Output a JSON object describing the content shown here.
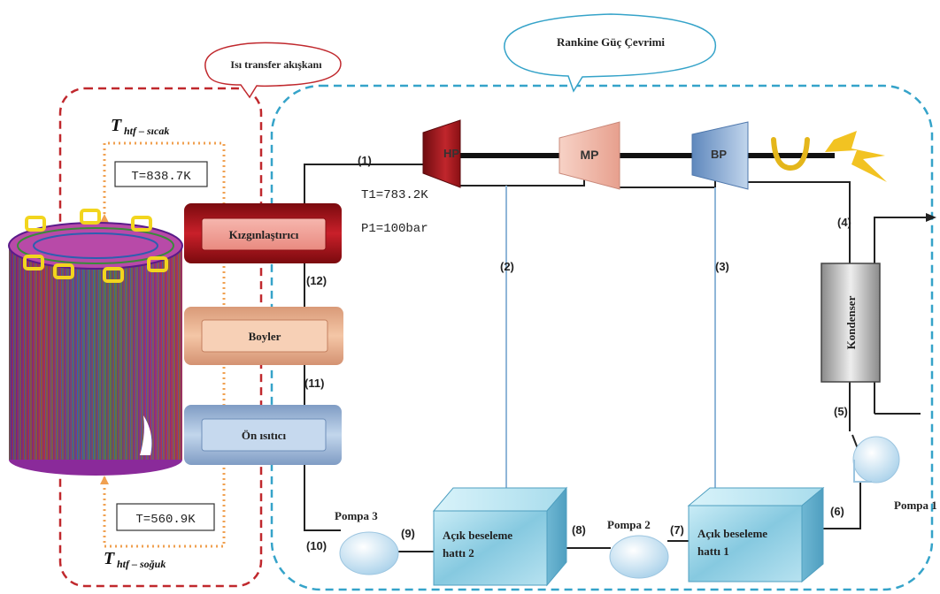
{
  "bubbles": {
    "htf": "Isı transfer akışkanı",
    "rankine": "Rankine Güç Çevrimi"
  },
  "temps": {
    "hot_label": "T",
    "hot_sub": "htf – sıcak",
    "hot_value": "T=838.7K",
    "cold_label": "T",
    "cold_sub": "htf – soğuk",
    "cold_value": "T=560.9K"
  },
  "components": {
    "superheater": "Kızgınlaştırıcı",
    "boiler": "Boyler",
    "preheater": "Ön ısıtıcı",
    "hp": "HP",
    "mp": "MP",
    "bp": "BP",
    "condenser": "Kondenser",
    "fwh2_line1": "Açık beseleme",
    "fwh2_line2": "hattı 2",
    "fwh1_line1": "Açık beseleme",
    "fwh1_line2": "hattı 1",
    "pump1": "Pompa 1",
    "pump2": "Pompa 2",
    "pump3": "Pompa 3"
  },
  "conditions": {
    "t1": "T1=783.2K",
    "p1": "P1=100bar"
  },
  "states": {
    "s1": "(1)",
    "s2": "(2)",
    "s3": "(3)",
    "s4": "(4)",
    "s5": "(5)",
    "s6": "(6)",
    "s7": "(7)",
    "s8": "(8)",
    "s9": "(9)",
    "s10": "(10)",
    "s11": "(11)",
    "s12": "(12)"
  },
  "colors": {
    "red_dash": "#c0282d",
    "blue_dash": "#35a3c9",
    "orange_dot": "#f0a050",
    "superheater": "#b8161b",
    "boiler": "#e9b08c",
    "preheater": "#a6bedc",
    "hp": "#a8161a",
    "mp": "#efb8a8",
    "bp": "#8aaed4",
    "water_box": "#9fd3e6",
    "pipe_blue": "#8fb6d8"
  }
}
